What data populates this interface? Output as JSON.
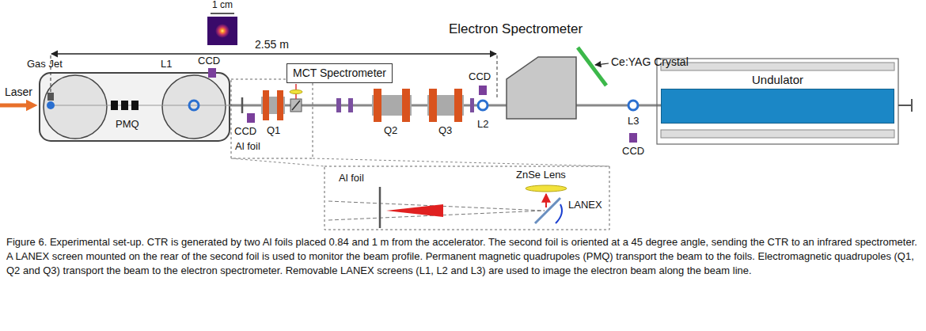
{
  "diagram": {
    "caption": "Figure 6. Experimental set-up. CTR is generated by two Al foils placed 0.84 and 1 m from the accelerator. The second foil is oriented at a 45 degree angle, sending the CTR to an infrared spectrometer. A LANEX screen mounted on the rear of the second foil is used to monitor the beam profile. Permanent magnetic quadrupoles (PMQ) transport the beam to the foils. Electromagnetic quadrupoles (Q1, Q2 and Q3) transport the beam to the electron spectrometer. Removable LANEX screens (L1, L2 and L3) are used to image the electron beam along the beam line.",
    "nodes": [
      {
        "text": [
          "MCT Spectrometer"
        ]
      },
      {
        "text": [
          "Undulator"
        ]
      }
    ],
    "labels": [
      "1 cm",
      "Electron Spectrometer",
      "2.55 m",
      "Gas Jet",
      "L1",
      "CCD",
      "Ce:YAG Crystal",
      "Laser",
      "PMQ",
      "CCD",
      "Q1",
      "Al foil",
      "CCD",
      "Q2",
      "Q3",
      "L2",
      "L3",
      "CCD",
      "ZnSe Lens",
      "Al foil",
      "LANEX"
    ]
  }
}
